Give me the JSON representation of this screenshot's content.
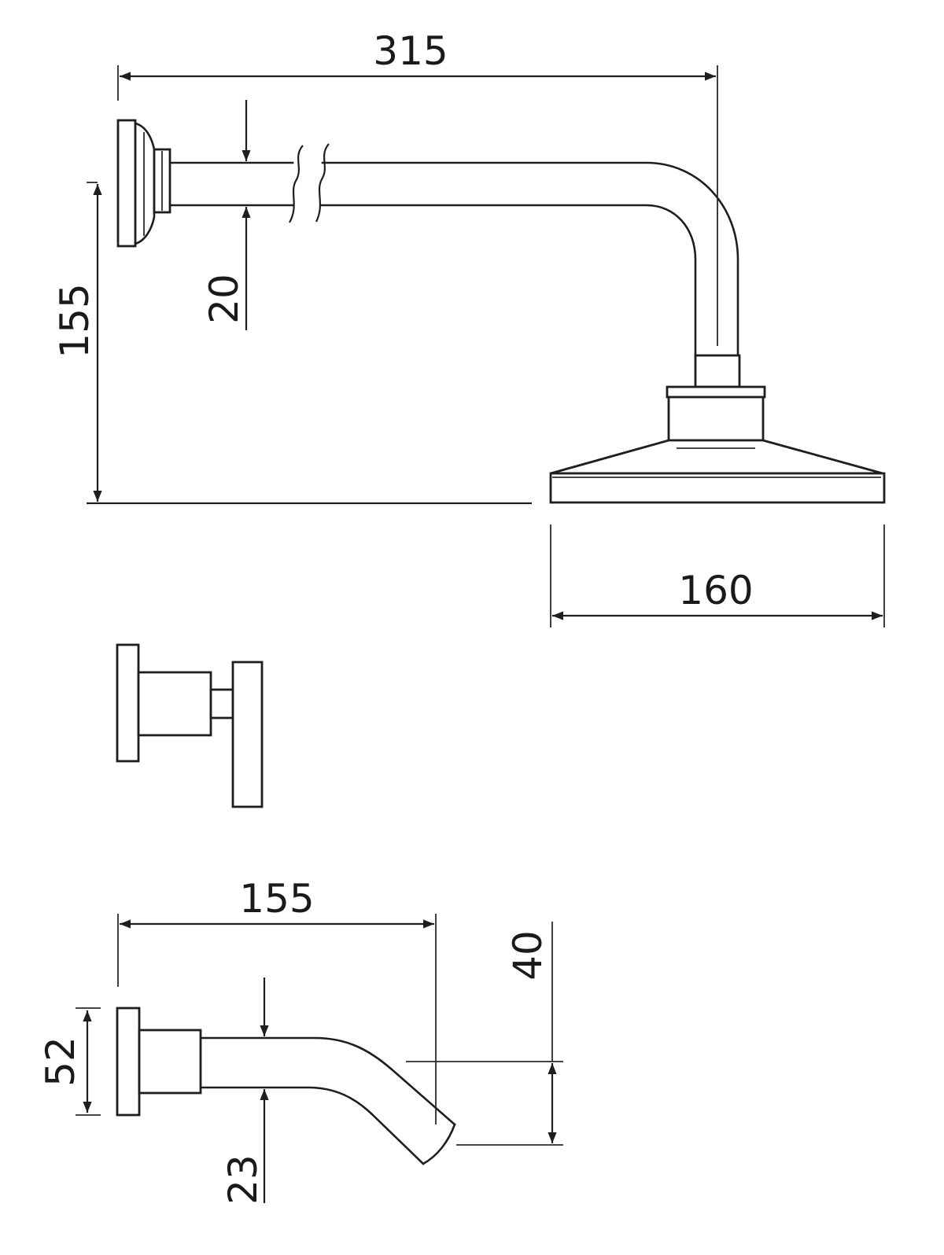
{
  "shower_arm": {
    "length_dim": "315",
    "height_dim": "155",
    "pipe_diameter_dim": "20",
    "head_diameter_dim": "160"
  },
  "bath_spout": {
    "projection_dim": "155",
    "flange_dim": "52",
    "pipe_diameter_dim": "23",
    "outlet_drop_dim": "40"
  },
  "colors": {
    "line": "#1e1e1e",
    "background": "#ffffff"
  }
}
